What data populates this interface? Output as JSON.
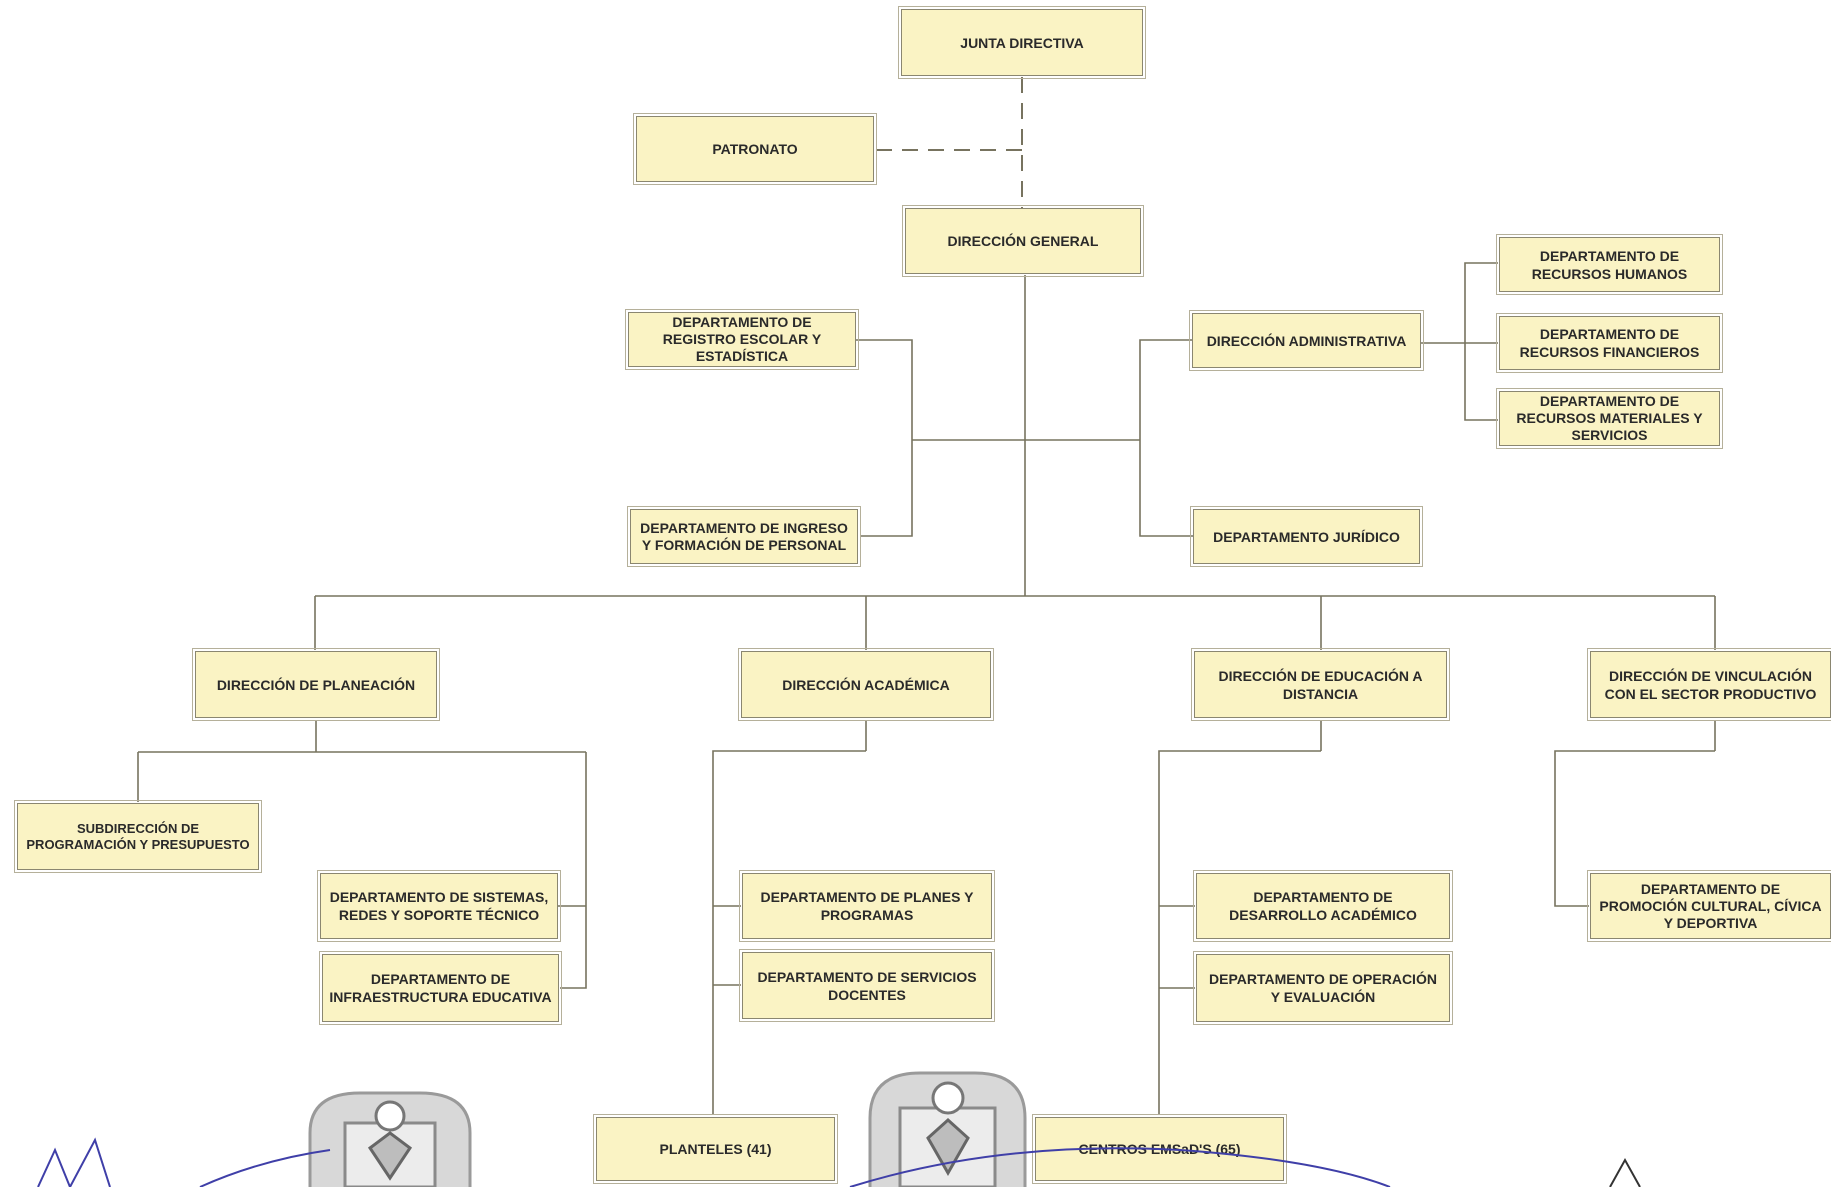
{
  "nodes": {
    "junta": "JUNTA DIRECTIVA",
    "patronato": "PATRONATO",
    "direccion_general": "DIRECCIÓN GENERAL",
    "registro": "DEPARTAMENTO DE REGISTRO ESCOLAR Y ESTADÍSTICA",
    "ingreso": "DEPARTAMENTO DE INGRESO Y FORMACIÓN DE PERSONAL",
    "administrativa": "DIRECCIÓN ADMINISTRATIVA",
    "juridico": "DEPARTAMENTO JURÍDICO",
    "rh": "DEPARTAMENTO DE RECURSOS HUMANOS",
    "rf": "DEPARTAMENTO DE RECURSOS FINANCIEROS",
    "rm": "DEPARTAMENTO DE RECURSOS MATERIALES Y SERVICIOS",
    "planeacion": "DIRECCIÓN DE PLANEACIÓN",
    "academica": "DIRECCIÓN ACADÉMICA",
    "distancia": "DIRECCIÓN DE EDUCACIÓN A DISTANCIA",
    "vinculacion": "DIRECCIÓN DE VINCULACIÓN CON EL SECTOR PRODUCTIVO",
    "subdireccion": "SUBDIRECCIÓN DE PROGRAMACIÓN Y PRESUPUESTO",
    "sistemas": "DEPARTAMENTO DE SISTEMAS, REDES Y SOPORTE TÉCNICO",
    "infraestructura": "DEPARTAMENTO DE INFRAESTRUCTURA EDUCATIVA",
    "planes": "DEPARTAMENTO DE PLANES Y PROGRAMAS",
    "servicios_docentes": "DEPARTAMENTO DE SERVICIOS DOCENTES",
    "planteles": "PLANTELES (41)",
    "desarrollo": "DEPARTAMENTO DE DESARROLLO ACADÉMICO",
    "operacion": "DEPARTAMENTO DE OPERACIÓN Y EVALUACIÓN",
    "emsad": "CENTROS EMSaD'S (65)",
    "promocion": "DEPARTAMENTO DE PROMOCIÓN CULTURAL, CÍVICA Y DEPORTIVA"
  },
  "colors": {
    "box_fill": "#faf3c4",
    "line": "#77735f",
    "signature": "#3f3fa8"
  }
}
